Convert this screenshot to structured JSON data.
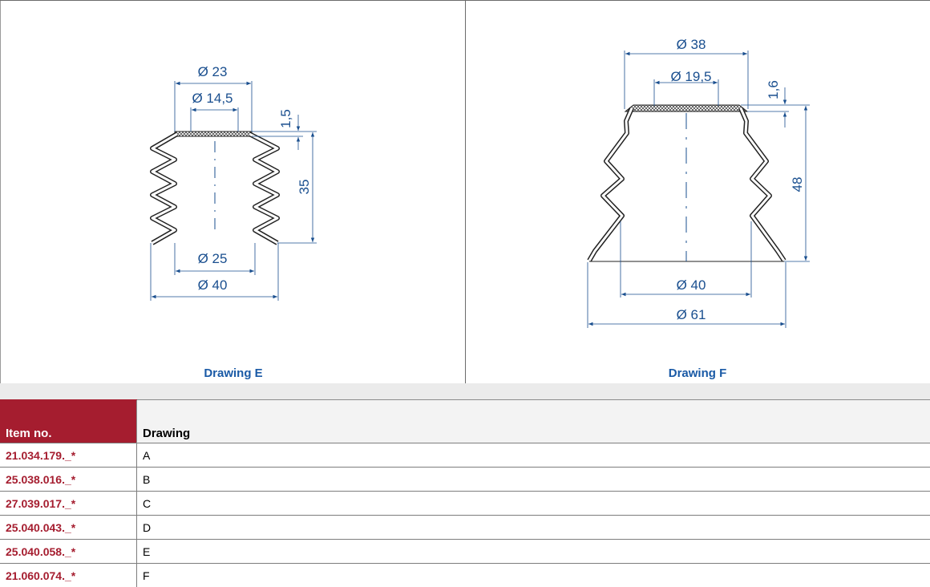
{
  "drawings": [
    {
      "caption": "Drawing E",
      "dimensions": {
        "top_outer": "Ø 23",
        "top_inner": "Ø 14,5",
        "wall": "1,5",
        "height": "35",
        "bottom_inner": "Ø 25",
        "bottom_outer": "Ø 40"
      }
    },
    {
      "caption": "Drawing F",
      "dimensions": {
        "top_outer": "Ø 38",
        "top_inner": "Ø 19,5",
        "wall": "1,6",
        "height": "48",
        "bottom_inner": "Ø 40",
        "bottom_outer": "Ø 61"
      }
    }
  ],
  "table": {
    "headers": {
      "item_no": "Item no.",
      "drawing": "Drawing"
    },
    "rows": [
      {
        "item_no": "21.034.179._*",
        "drawing": "A"
      },
      {
        "item_no": "25.038.016._*",
        "drawing": "B"
      },
      {
        "item_no": "27.039.017._*",
        "drawing": "C"
      },
      {
        "item_no": "25.040.043._*",
        "drawing": "D"
      },
      {
        "item_no": "25.040.058._*",
        "drawing": "E"
      },
      {
        "item_no": "21.060.074._*",
        "drawing": "F"
      }
    ]
  },
  "colors": {
    "header_red": "#a51d2f",
    "dimension_blue": "#1a4f8f",
    "caption_blue": "#1a5aa6"
  }
}
